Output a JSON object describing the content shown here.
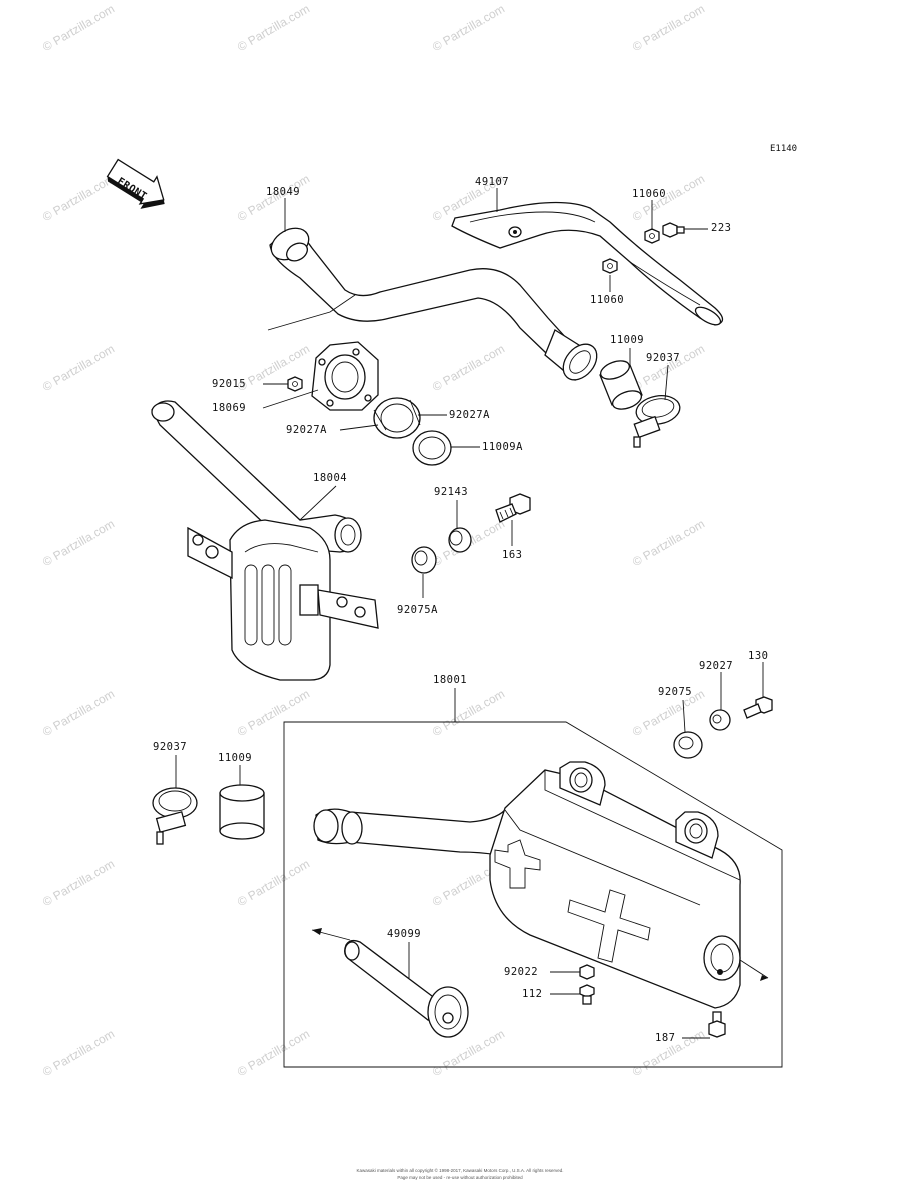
{
  "diagram_code": "E1140",
  "front_arrow_label": "FRONT",
  "watermark_text": "© Partzilla.com",
  "labels": {
    "p18049": "18049",
    "p49107": "49107",
    "p11060a": "11060",
    "p223": "223",
    "p11060b": "11060",
    "p11009a": "11009",
    "p92037a": "92037",
    "p92015": "92015",
    "p18069": "18069",
    "p92027a_r": "92027A",
    "p92027a_l": "92027A",
    "p11009A": "11009A",
    "p18004": "18004",
    "p92143": "92143",
    "p163": "163",
    "p92075A": "92075A",
    "p18001": "18001",
    "p92027": "92027",
    "p130": "130",
    "p92075": "92075",
    "p92037b": "92037",
    "p11009b": "11009",
    "p49099": "49099",
    "p92022": "92022",
    "p112": "112",
    "p187": "187"
  },
  "footer": {
    "line1": "Kawasaki materials within all copyright © 1998-2017, Kawasaki Motors Corp., U.S.A. All rights reserved.",
    "line2": "Page may not be used - re-use without authorization prohibited"
  }
}
